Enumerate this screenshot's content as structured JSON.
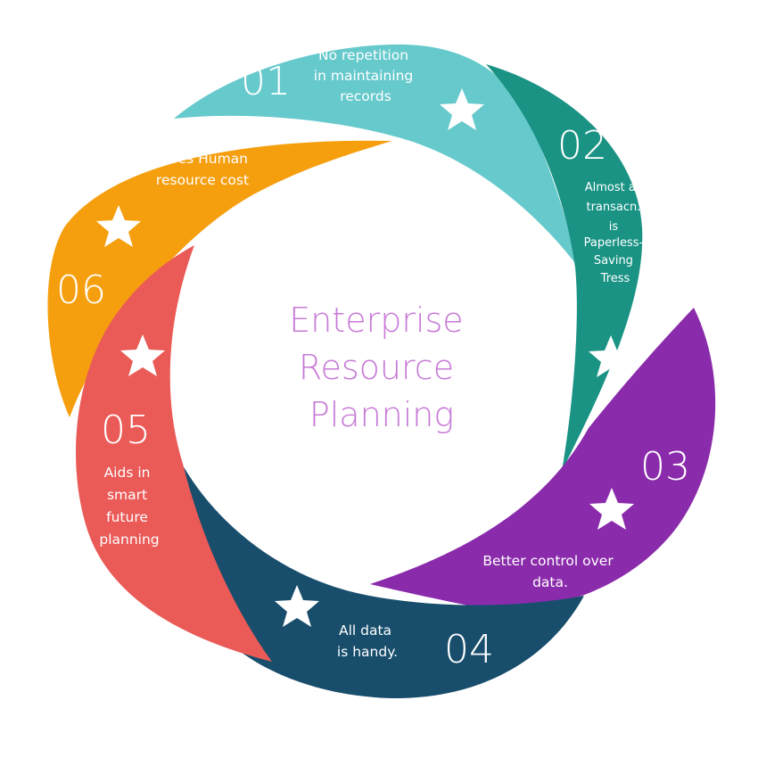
{
  "title": {
    "lines": [
      "Enterprise",
      "Resource",
      "Planning"
    ],
    "color": "#c77ad6"
  },
  "segments": [
    {
      "number": "01",
      "lines": [
        "No repetition",
        "in maintaining",
        "records"
      ],
      "color": "#66c9cc",
      "icon": "star-icon"
    },
    {
      "number": "02",
      "lines": [
        "Almost all",
        "transacn.",
        "is",
        "Paperless-",
        "Saving",
        "Tress"
      ],
      "color": "#1a9384",
      "icon": "star-icon"
    },
    {
      "number": "03",
      "lines": [
        "Better control over",
        "data."
      ],
      "color": "#8a2bab",
      "icon": "star-icon"
    },
    {
      "number": "04",
      "lines": [
        "All  data",
        "is handy."
      ],
      "color": "#184e6c",
      "icon": "star-icon"
    },
    {
      "number": "05",
      "lines": [
        "Aids in",
        "smart",
        "future",
        "planning"
      ],
      "color": "#ea5a57",
      "icon": "star-icon"
    },
    {
      "number": "06",
      "lines": [
        "Saves Human",
        "resource cost"
      ],
      "color": "#f59f0f",
      "icon": "star-icon"
    }
  ]
}
